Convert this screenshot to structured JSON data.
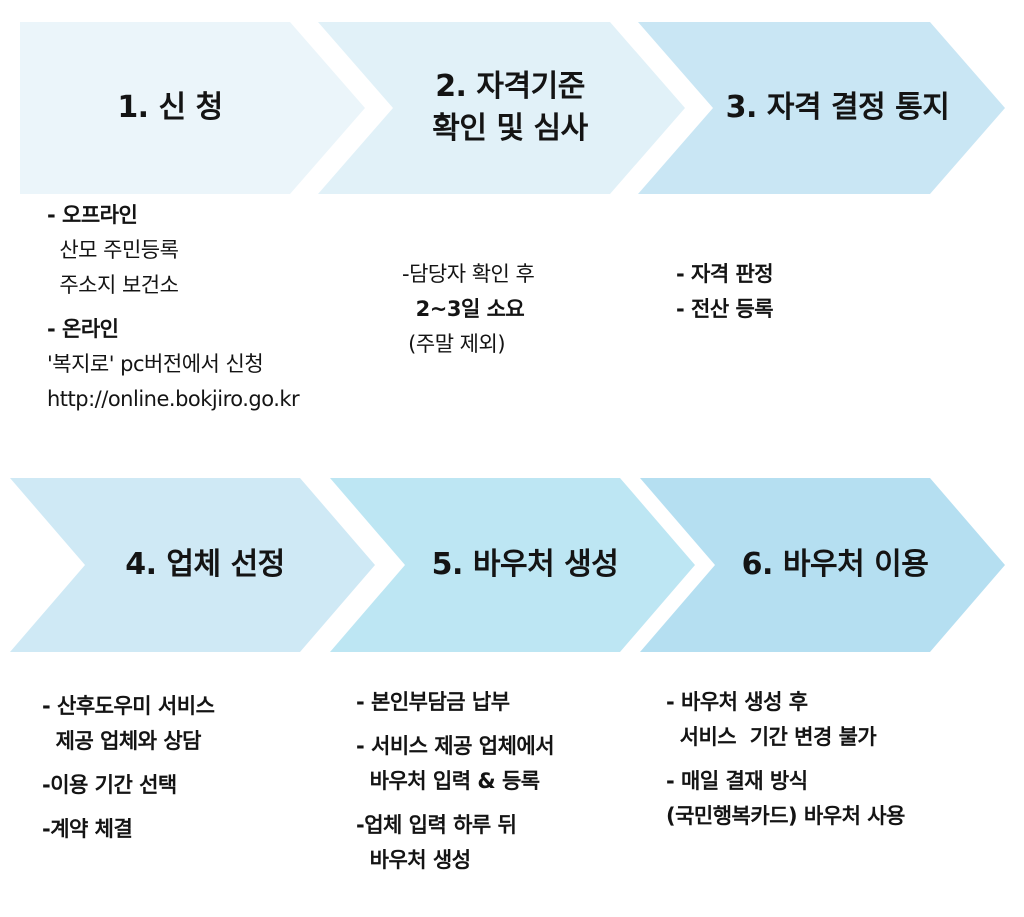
{
  "colors": {
    "step1": "#ebf5fa",
    "step2": "#e1f1f8",
    "step3": "#c9e6f4",
    "step4": "#cfe9f5",
    "step5": "#bde6f3",
    "step6": "#b5dff1"
  },
  "steps": [
    {
      "title": [
        "1. 신  청"
      ],
      "desc": [
        {
          "text": "- 오프라인",
          "bold": true
        },
        {
          "text": "  산모 주민등록",
          "bold": false
        },
        {
          "text": "  주소지 보건소",
          "bold": false
        },
        {
          "text": "- 온라인",
          "bold": true,
          "gap": true
        },
        {
          "text": "'복지로' pc버전에서 신청",
          "bold": false
        },
        {
          "text": "http://online.bokjiro.go.kr",
          "bold": false
        }
      ]
    },
    {
      "title": [
        "2. 자격기준",
        "확인 및 심사"
      ],
      "desc": [
        {
          "text": "-담당자 확인 후",
          "bold": false
        },
        {
          "text": "  2~3일 소요",
          "bold": true
        },
        {
          "text": " (주말 제외)",
          "bold": false
        }
      ]
    },
    {
      "title": [
        "3. 자격 결정 통지"
      ],
      "desc": [
        {
          "text": "- 자격 판정",
          "bold": true
        },
        {
          "text": "- 전산 등록",
          "bold": true
        }
      ]
    },
    {
      "title": [
        "4. 업체 선정"
      ],
      "desc": [
        {
          "text": "- 산후도우미 서비스",
          "bold": true
        },
        {
          "text": "  제공 업체와 상담",
          "bold": true
        },
        {
          "text": "-이용 기간 선택",
          "bold": true,
          "gap": true
        },
        {
          "text": "-계약 체결",
          "bold": true,
          "gap": true
        }
      ]
    },
    {
      "title": [
        "5. 바우처 생성"
      ],
      "desc": [
        {
          "text": "- 본인부담금 납부",
          "bold": true
        },
        {
          "text": "- 서비스 제공 업체에서",
          "bold": true,
          "gap": true
        },
        {
          "text": "  바우처 입력 & 등록",
          "bold": true
        },
        {
          "text": "-업체 입력 하루 뒤",
          "bold": true,
          "gap": true
        },
        {
          "text": "  바우처 생성",
          "bold": true
        }
      ]
    },
    {
      "title": [
        "6. 바우처 이용"
      ],
      "desc": [
        {
          "text": "- 바우처 생성 후",
          "bold": true
        },
        {
          "text": "  서비스  기간 변경 불가",
          "bold": true
        },
        {
          "text": "- 매일 결재 방식",
          "bold": true,
          "gap": true
        },
        {
          "text": "(국민행복카드) 바우처 사용",
          "bold": true
        }
      ]
    }
  ]
}
